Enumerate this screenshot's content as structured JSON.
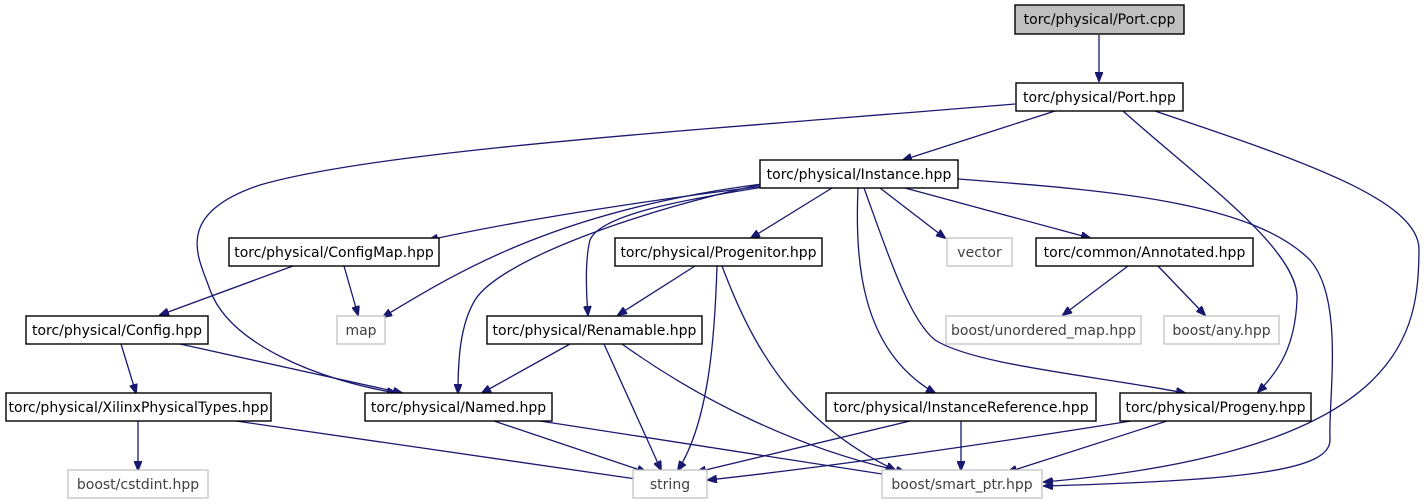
{
  "nodes": {
    "port_cpp": "torc/physical/Port.cpp",
    "port_hpp": "torc/physical/Port.hpp",
    "instance": "torc/physical/Instance.hpp",
    "configmap": "torc/physical/ConfigMap.hpp",
    "progenitor": "torc/physical/Progenitor.hpp",
    "vector": "vector",
    "annotated": "torc/common/Annotated.hpp",
    "config": "torc/physical/Config.hpp",
    "map": "map",
    "renamable": "torc/physical/Renamable.hpp",
    "unordered_map": "boost/unordered_map.hpp",
    "any": "boost/any.hpp",
    "xilinx": "torc/physical/XilinxPhysicalTypes.hpp",
    "named": "torc/physical/Named.hpp",
    "instref": "torc/physical/InstanceReference.hpp",
    "progeny": "torc/physical/Progeny.hpp",
    "cstdint": "boost/cstdint.hpp",
    "string": "string",
    "smart_ptr": "boost/smart_ptr.hpp"
  },
  "edges": [
    [
      "port_cpp",
      "port_hpp"
    ],
    [
      "port_hpp",
      "instance"
    ],
    [
      "port_hpp",
      "named"
    ],
    [
      "port_hpp",
      "progeny"
    ],
    [
      "port_hpp",
      "smart_ptr"
    ],
    [
      "instance",
      "configmap"
    ],
    [
      "instance",
      "map"
    ],
    [
      "instance",
      "named"
    ],
    [
      "instance",
      "renamable"
    ],
    [
      "instance",
      "progenitor"
    ],
    [
      "instance",
      "vector"
    ],
    [
      "instance",
      "annotated"
    ],
    [
      "instance",
      "instref"
    ],
    [
      "instance",
      "progeny"
    ],
    [
      "instance",
      "smart_ptr"
    ],
    [
      "configmap",
      "config"
    ],
    [
      "configmap",
      "map"
    ],
    [
      "progenitor",
      "renamable"
    ],
    [
      "progenitor",
      "string"
    ],
    [
      "progenitor",
      "smart_ptr"
    ],
    [
      "annotated",
      "unordered_map"
    ],
    [
      "annotated",
      "any"
    ],
    [
      "config",
      "xilinx"
    ],
    [
      "config",
      "named"
    ],
    [
      "renamable",
      "named"
    ],
    [
      "renamable",
      "string"
    ],
    [
      "renamable",
      "smart_ptr"
    ],
    [
      "xilinx",
      "cstdint"
    ],
    [
      "xilinx",
      "string"
    ],
    [
      "named",
      "string"
    ],
    [
      "named",
      "smart_ptr"
    ],
    [
      "instref",
      "string"
    ],
    [
      "instref",
      "smart_ptr"
    ],
    [
      "progeny",
      "string"
    ],
    [
      "progeny",
      "smart_ptr"
    ]
  ]
}
